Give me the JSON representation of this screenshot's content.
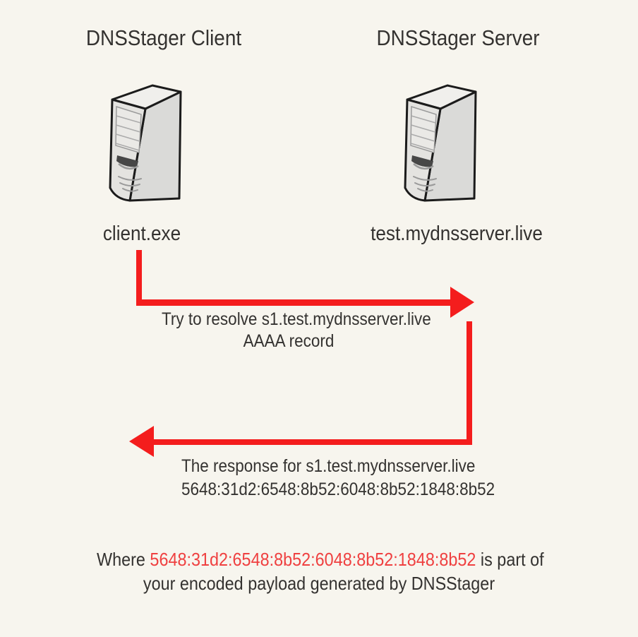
{
  "colors": {
    "bg": "#f7f5ee",
    "ink": "#343230",
    "arrow_red": "#f41d1d",
    "payload_red": "#ef4040"
  },
  "client": {
    "title": "DNSStager Client",
    "label": "client.exe",
    "icon": "server-tower-icon"
  },
  "server": {
    "title": "DNSStager Server",
    "label": "test.mydnsserver.live",
    "icon": "server-tower-icon"
  },
  "request": {
    "line1": "Try to resolve s1.test.mydnsserver.live",
    "line2": "AAAA record"
  },
  "response": {
    "line1": "The response for s1.test.mydnsserver.live",
    "line2": "5648:31d2:6548:8b52:6048:8b52:1848:8b52"
  },
  "footnote": {
    "prefix": "Where ",
    "payload": "5648:31d2:6548:8b52:6048:8b52:1848:8b52",
    "suffix": " is part of",
    "line2": "your encoded payload generated by DNSStager"
  }
}
